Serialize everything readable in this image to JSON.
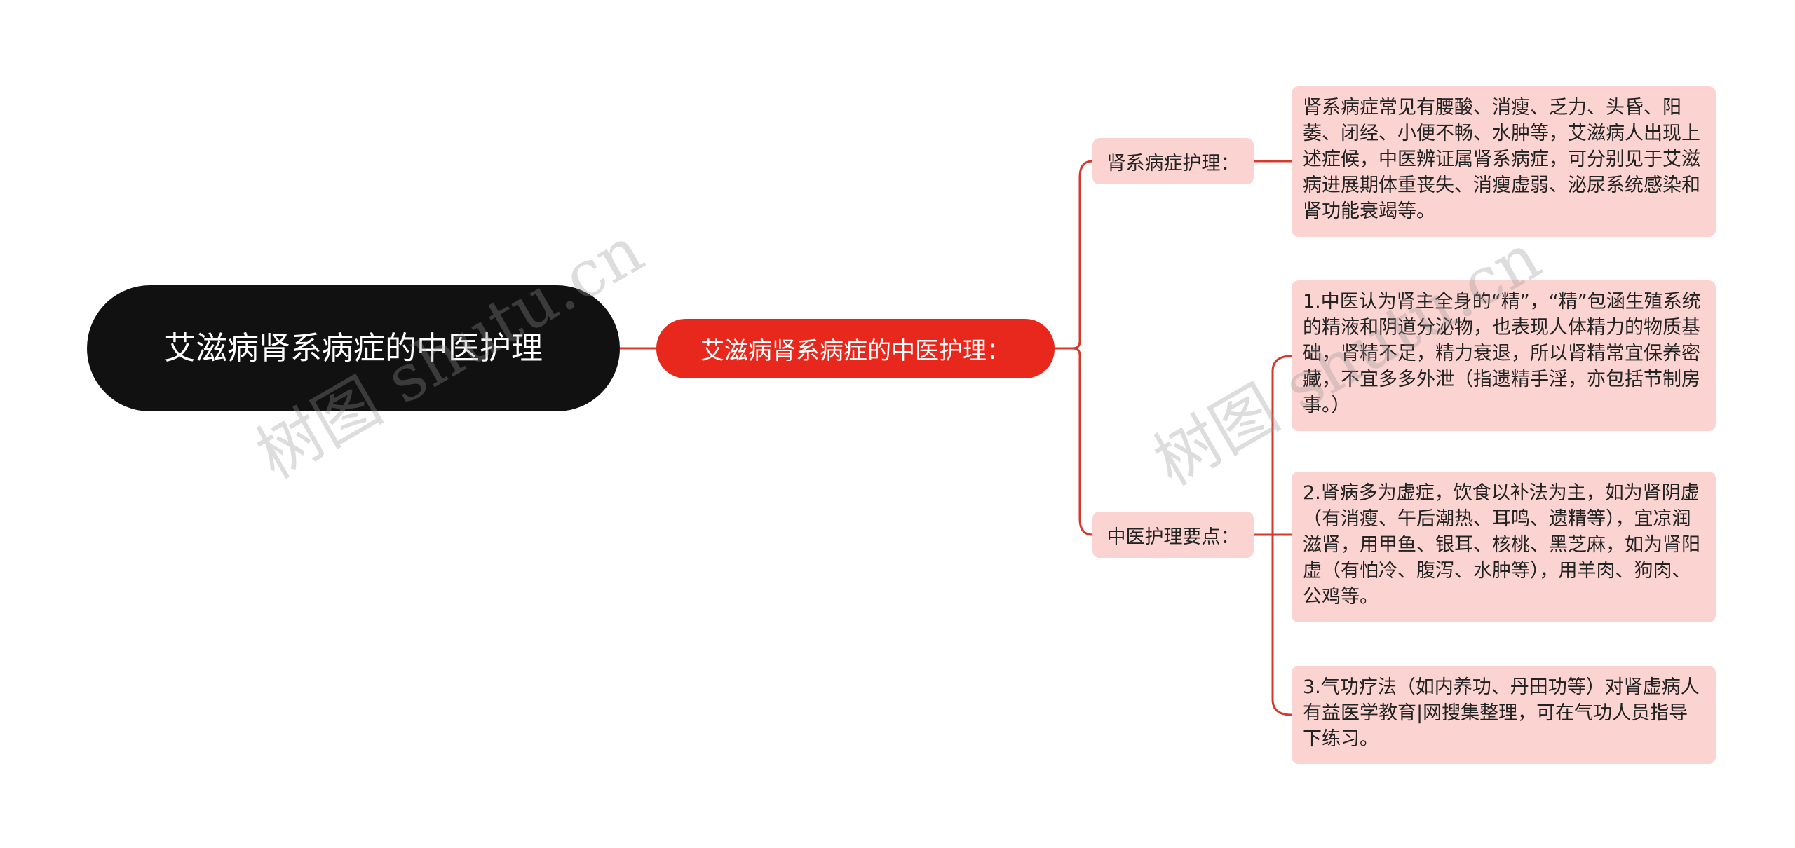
{
  "root": {
    "title": "艾滋病肾系病症的中医护理"
  },
  "main": {
    "title": "艾滋病肾系病症的中医护理："
  },
  "branches": [
    {
      "label": "肾系病症护理：",
      "leaves": [
        "肾系病症常见有腰酸、消瘦、乏力、头昏、阳萎、闭经、小便不畅、水肿等，艾滋病人出现上述症候，中医辨证属肾系病症，可分别见于艾滋病进展期体重丧失、消瘦虚弱、泌尿系统感染和肾功能衰竭等。"
      ]
    },
    {
      "label": "中医护理要点：",
      "leaves": [
        "1.中医认为肾主全身的“精”，“精”包涵生殖系统的精液和阴道分泌物，也表现人体精力的物质基础，肾精不足，精力衰退，所以肾精常宜保养密藏，不宜多多外泄（指遗精手淫，亦包括节制房事。）",
        "2.肾病多为虚症，饮食以补法为主，如为肾阴虚（有消瘦、午后潮热、耳鸣、遗精等），宜凉润滋肾，用甲鱼、银耳、核桃、黑芝麻，如为肾阳虚（有怕冷、腹泻、水肿等），用羊肉、狗肉、公鸡等。",
        "3.气功疗法（如内养功、丹田功等）对肾虚病人有益医学教育|网搜集整理，可在气功人员指导下练习。"
      ]
    }
  ],
  "watermarks": [
    "树图 shutu.cn",
    "树图 shutu.cn"
  ],
  "colors": {
    "line": "#d43a2c",
    "root_bg": "#111111",
    "main_bg": "#e8281c",
    "node_bg": "#fbd3d1"
  }
}
